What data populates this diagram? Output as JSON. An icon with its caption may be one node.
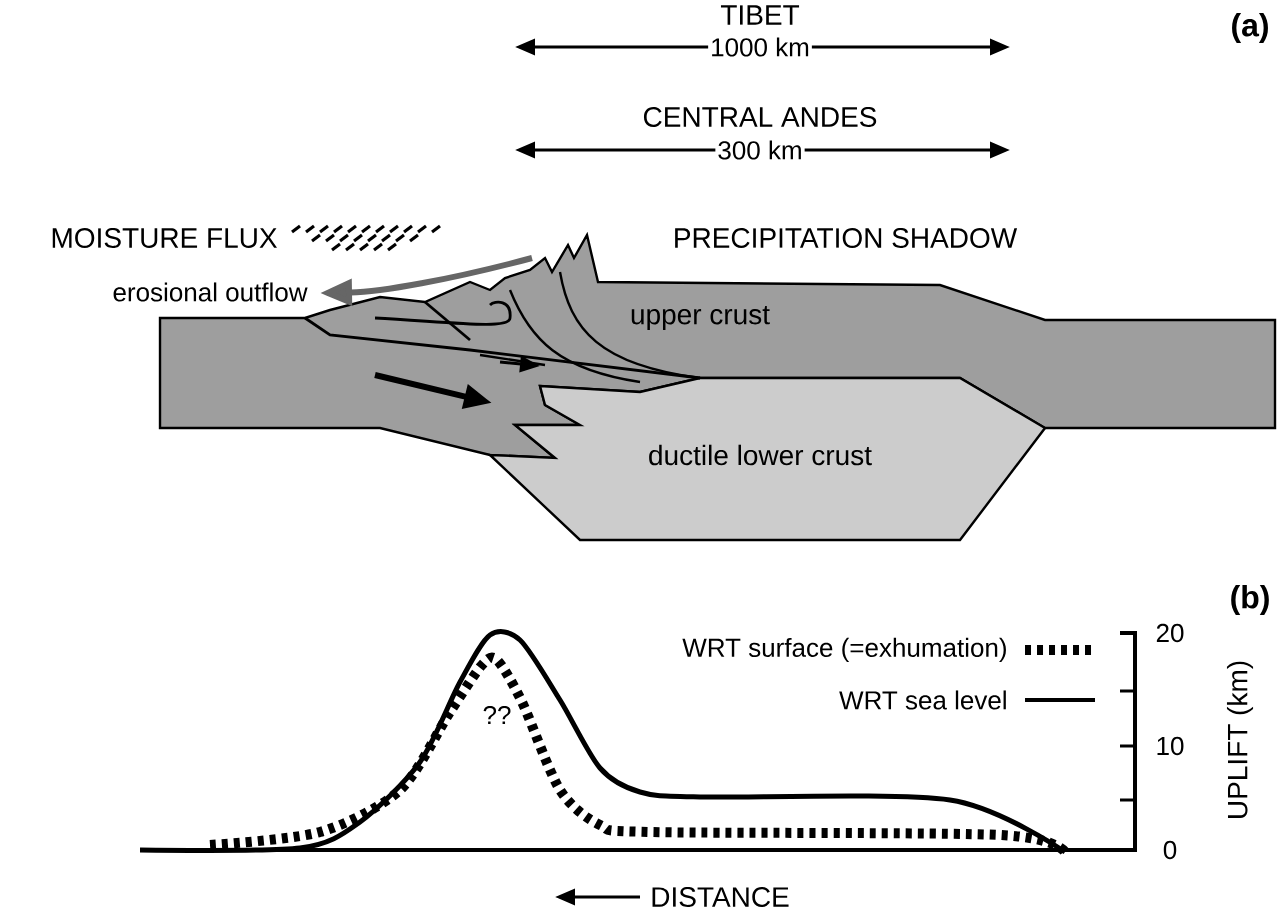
{
  "diagram": {
    "nodes": [
      {
        "text": [
          "upper crust"
        ]
      },
      {
        "text": [
          "ductile lower crust"
        ]
      }
    ],
    "labels": [
      "TIBET",
      "1000 km",
      "(a)",
      "CENTRAL ANDES",
      "300 km",
      "MOISTURE FLUX",
      "PRECIPITATION SHADOW",
      "erosional outflow",
      "(b)",
      "20",
      "??",
      "10",
      "0",
      "UPLIFT (km)",
      "DISTANCE"
    ],
    "legend": [
      {
        "text": "WRT surface (=exhumation)"
      },
      {
        "text": "WRT sea level"
      }
    ]
  }
}
